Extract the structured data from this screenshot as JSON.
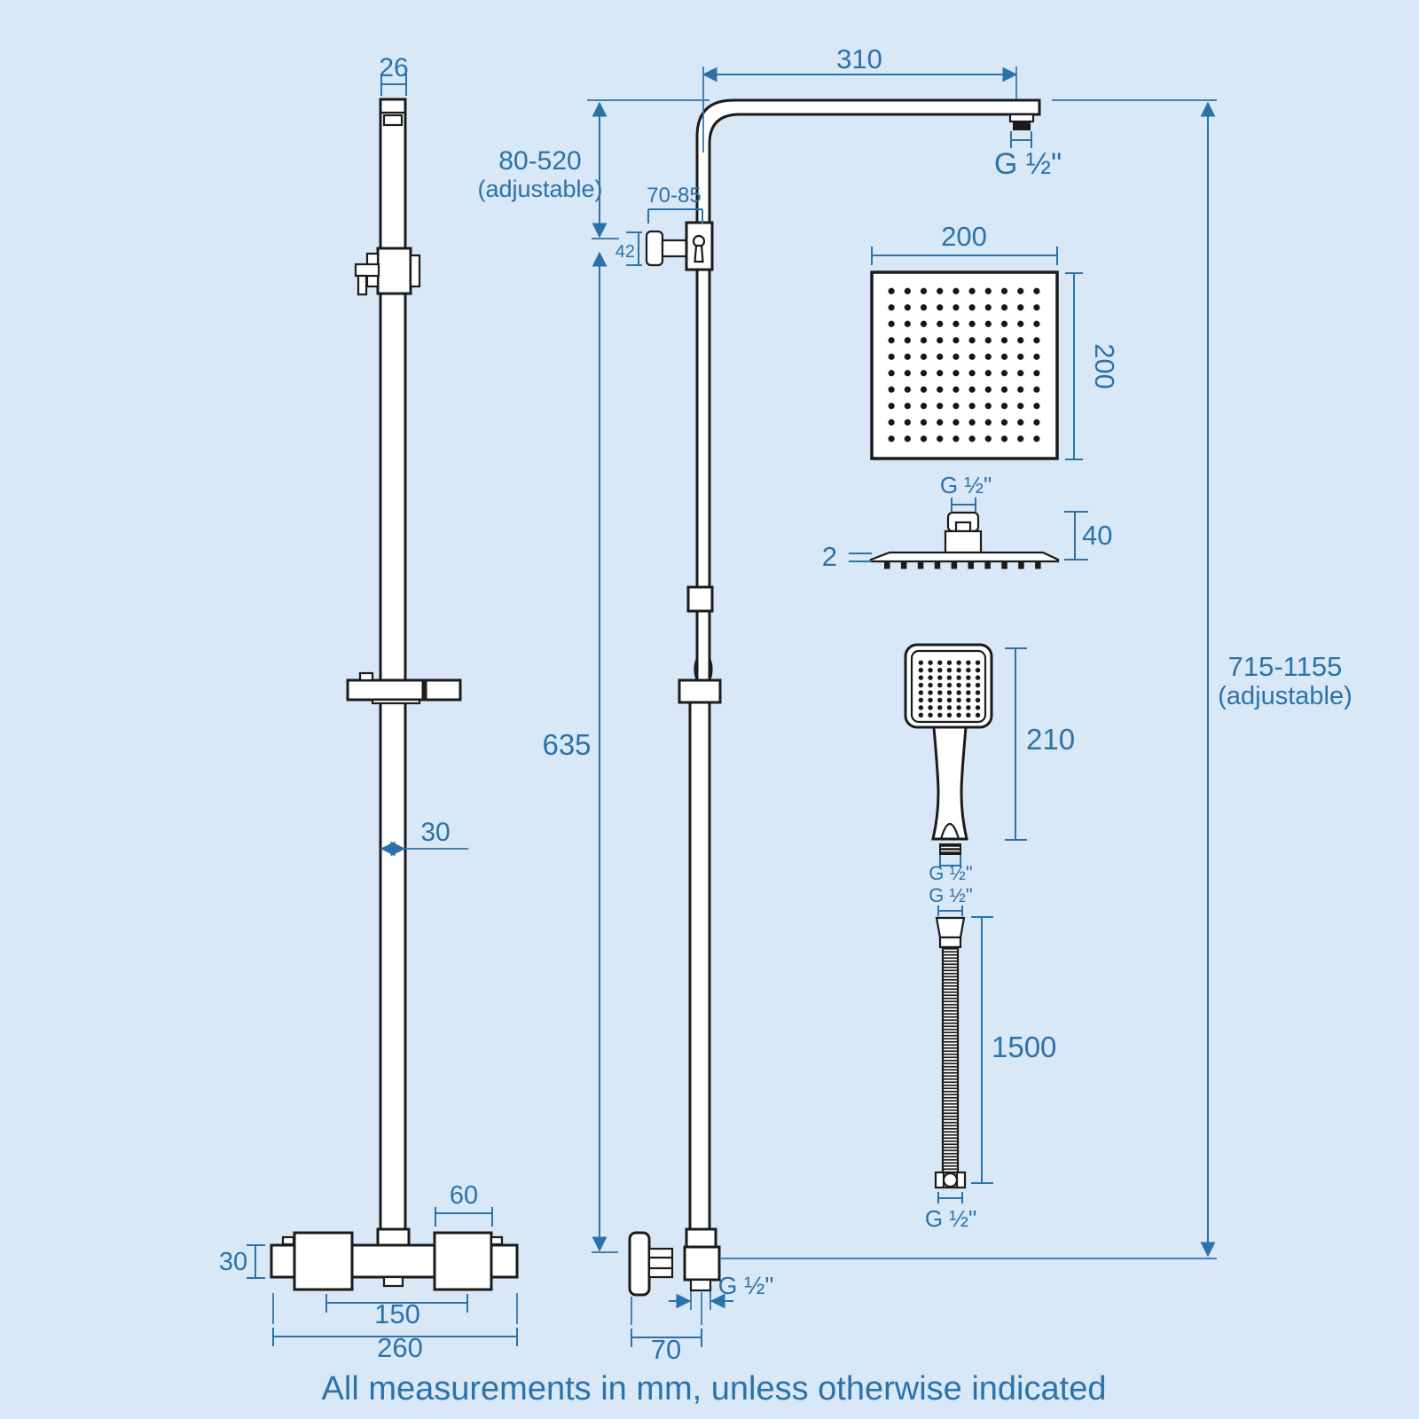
{
  "colors": {
    "background": "#d9e8f7",
    "dimension_accent": "#2c72a9",
    "linework": "#1b1b1b"
  },
  "labels": {
    "rail_cap_width": "26",
    "rail_width": "30",
    "arm_length": "310",
    "arm_thread": "G ½\"",
    "drop_range": "80-520",
    "drop_note": "(adjustable)",
    "bracket_reach": "70-85",
    "bracket_height": "42",
    "column_length": "635",
    "head_width": "200",
    "head_height": "200",
    "head_thread": "G ½\"",
    "head_depth": "40",
    "plate_thickness": "2",
    "handset_length": "210",
    "handset_thread": "G ½\"",
    "hose_top_thread": "G ½\"",
    "hose_length": "1500",
    "hose_bottom_thread": "G ½\"",
    "height_range": "715-1155",
    "height_note": "(adjustable)",
    "handle_width": "60",
    "valve_height": "30",
    "handle_centres": "150",
    "valve_width": "260",
    "elbow_depth": "70",
    "elbow_thread": "G ½\""
  },
  "footer": {
    "note": "All measurements in mm, unless otherwise indicated"
  }
}
